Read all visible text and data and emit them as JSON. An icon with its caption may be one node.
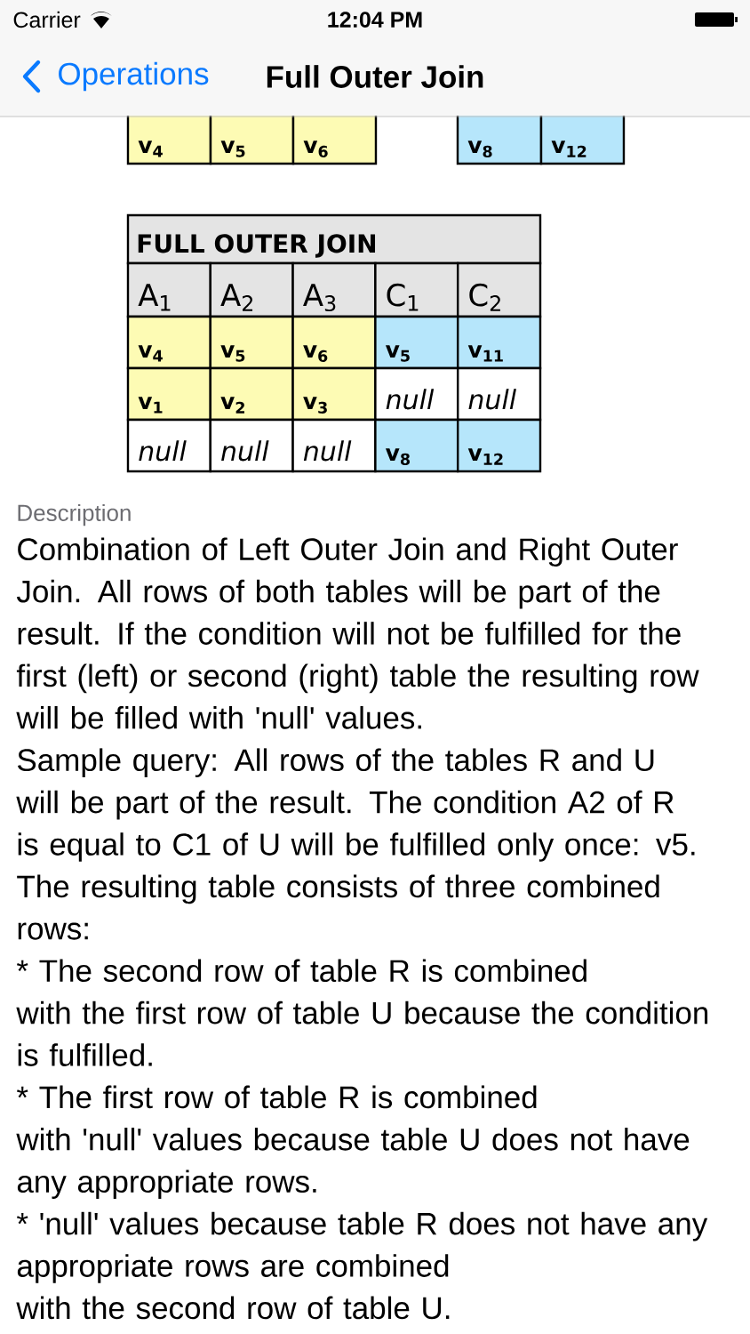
{
  "diagram": {
    "title": "Full Outer Join",
    "labels": [
      "Carrier",
      "12:04 PM",
      "Operations",
      "v$_{4}$",
      "v$_{5}$",
      "v$_{6}$",
      "v$_{8}$",
      "v$_{12}$",
      "FULL OUTER JOIN",
      "A$_{1}$",
      "A$_{2}$",
      "A$_{3}$",
      "C$_{1}$",
      "C$_{2}$",
      "v$_{4}$",
      "v$_{5}$",
      "v$_{6}$",
      "v$_{5}$",
      "v$_{11}$",
      "v$_{1}$",
      "v$_{2}$",
      "v$_{3}$",
      "null",
      "null",
      "null",
      "null",
      "null",
      "v$_{8}$",
      "v$_{12}$",
      "Description",
      "Combination of Left Outer Join and Right Outer Join. All rows of both tables will be part of the result. If the condition will not be fulfilled for the first (left) or second (right) table the resulting row will be filled with 'null' values.",
      "Sample query: All rows of the tables R and U will be part of the result. The condition A2 of R is equal to C1 of U will be fulfilled only once: v5.",
      "The resulting table consists of three combined rows:",
      "* The second row of table R is combined",
      "with the first row of table U because the condition is fulfilled.",
      "* The first row of table R is combined",
      "with 'null' values because table U does not have any appropriate rows.",
      "* 'null' values because table R does not have any appropriate rows are combined",
      "with the second row of table U."
    ]
  }
}
